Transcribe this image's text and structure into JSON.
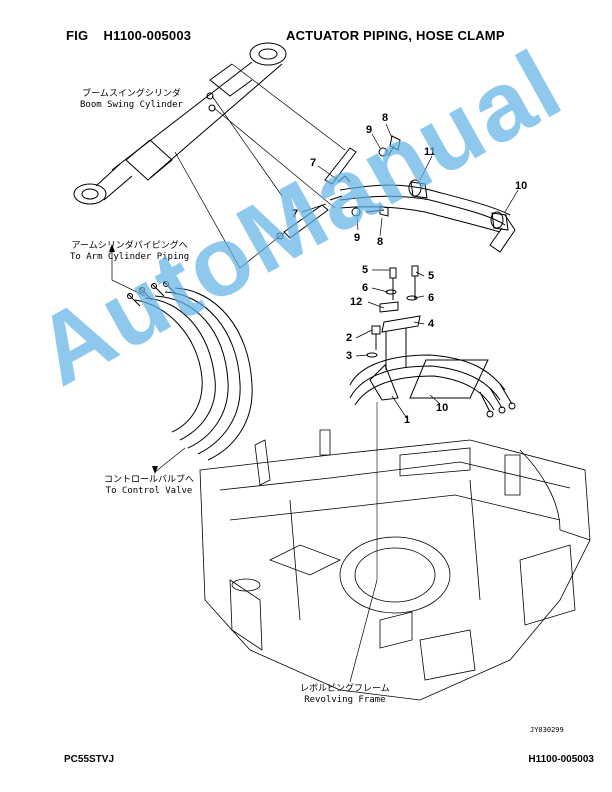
{
  "header": {
    "fig_label": "FIG",
    "fig_number": "H1100-005003",
    "title": "ACTUATOR PIPING, HOSE CLAMP"
  },
  "labels": {
    "boom_swing_jp": "ブームスイングシリンダ",
    "boom_swing_en": "Boom Swing Cylinder",
    "arm_cyl_jp": "アームシリンダパイピングへ",
    "arm_cyl_en": "To Arm Cylinder Piping",
    "control_valve_jp": "コントロールバルブへ",
    "control_valve_en": "To Control Valve",
    "revolving_jp": "レボルビングフレーム",
    "revolving_en": "Revolving Frame"
  },
  "callouts": {
    "c8a": "8",
    "c9a": "9",
    "c7a": "7",
    "c11": "11",
    "c10a": "10",
    "c7b": "7",
    "c9b": "9",
    "c8b": "8",
    "c5a": "5",
    "c5b": "5",
    "c6a": "6",
    "c6b": "6",
    "c12": "12",
    "c4": "4",
    "c2": "2",
    "c3": "3",
    "c1": "1",
    "c10b": "10"
  },
  "drawing_id": "JY030299",
  "footer": {
    "model": "PC55STVJ",
    "page_ref": "H1100-005003"
  },
  "watermark": "AutoManual",
  "colors": {
    "watermark": "#5fb3e6",
    "ink": "#000000"
  }
}
